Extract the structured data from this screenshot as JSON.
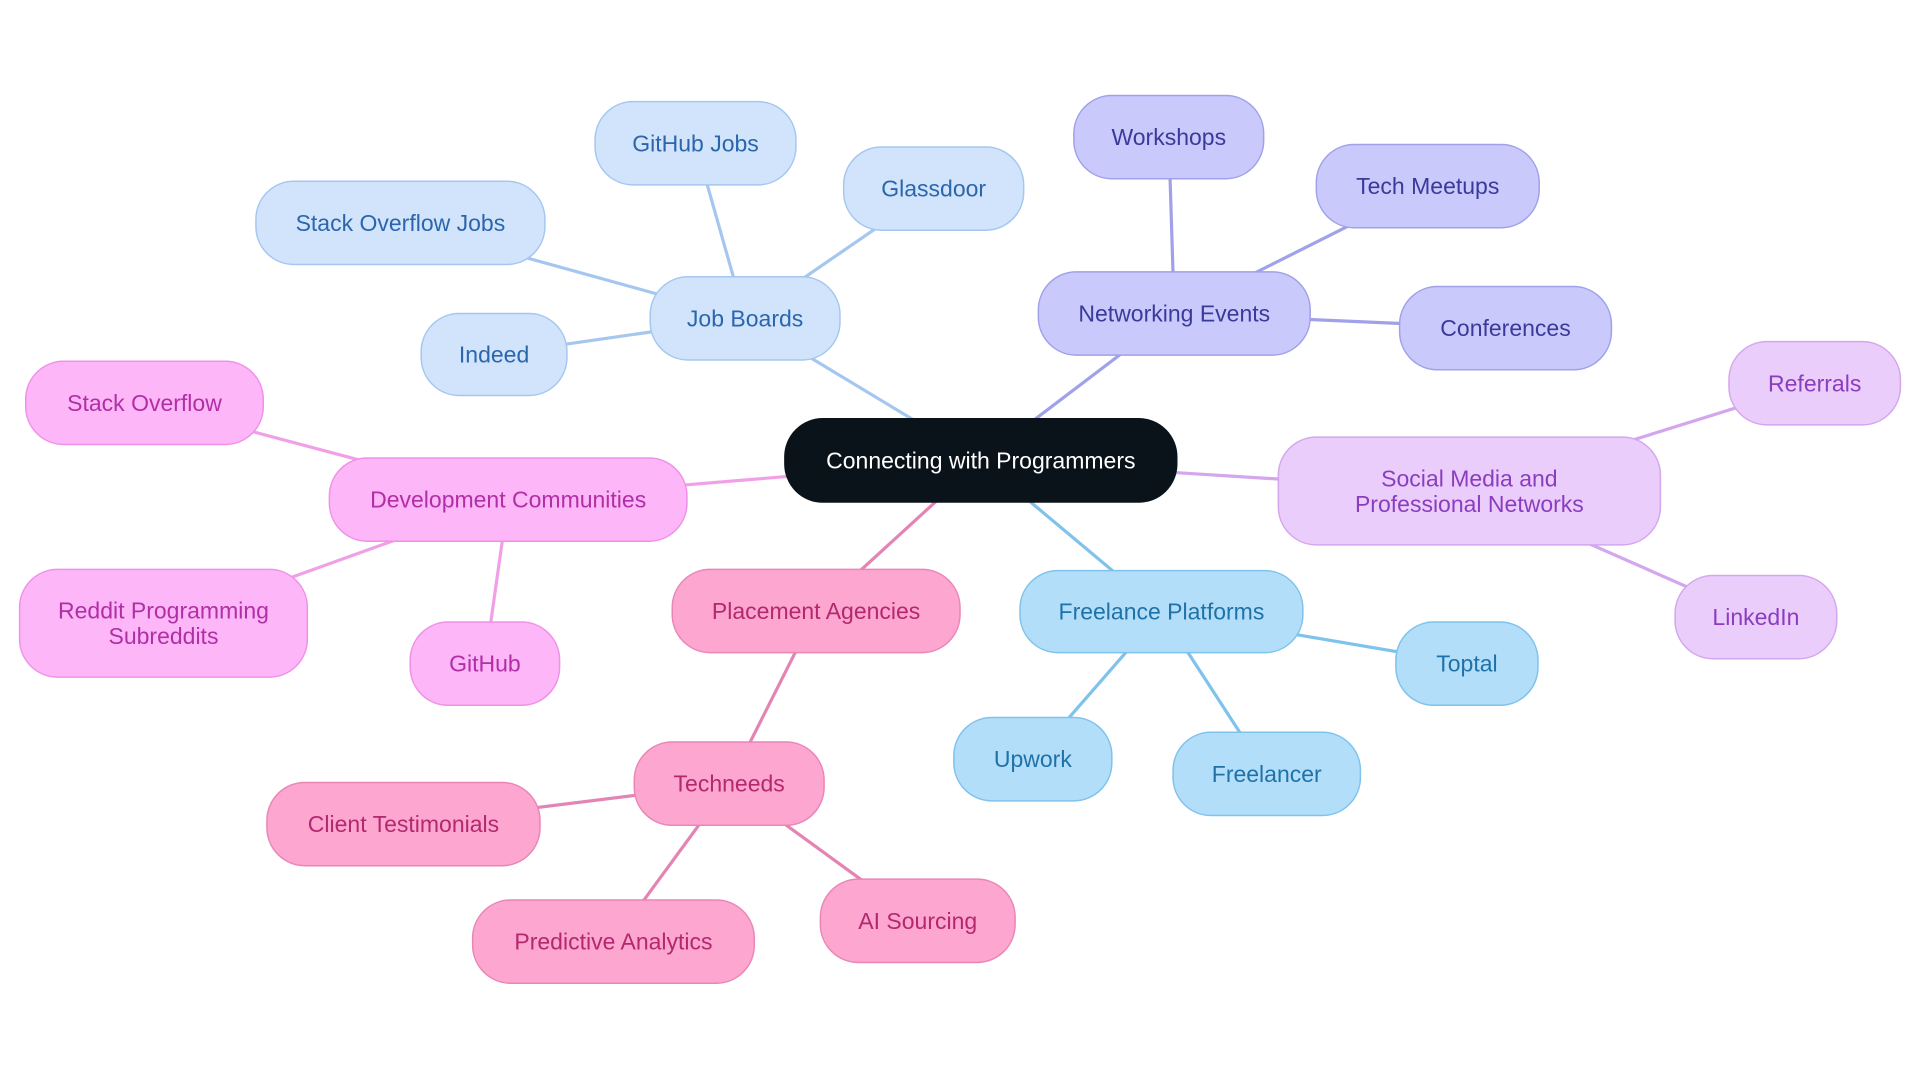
{
  "diagram": {
    "root": {
      "id": "root",
      "label": "Connecting with Programmers",
      "fill": "#0b131a",
      "stroke": "#0b131a",
      "text": "#ffffff"
    },
    "branches": [
      {
        "id": "job-boards",
        "label": "Job Boards",
        "fill": "#d1e4fb",
        "stroke": "#a5c7ef",
        "text": "#2b66ad",
        "line": "#a5c7ef",
        "children": [
          {
            "id": "github-jobs",
            "label": "GitHub Jobs"
          },
          {
            "id": "glassdoor",
            "label": "Glassdoor"
          },
          {
            "id": "stack-overflow-jobs",
            "label": "Stack Overflow Jobs"
          },
          {
            "id": "indeed",
            "label": "Indeed"
          }
        ]
      },
      {
        "id": "networking-events",
        "label": "Networking Events",
        "fill": "#c9c9fc",
        "stroke": "#a1a1ea",
        "text": "#3a3a9a",
        "line": "#a1a1ea",
        "children": [
          {
            "id": "workshops",
            "label": "Workshops"
          },
          {
            "id": "tech-meetups",
            "label": "Tech Meetups"
          },
          {
            "id": "conferences",
            "label": "Conferences"
          }
        ]
      },
      {
        "id": "social-media",
        "label": "Social Media and Professional Networks",
        "fill": "#ebcdfc",
        "stroke": "#d3a6ee",
        "text": "#8a3dbf",
        "line": "#d3a6ee",
        "children": [
          {
            "id": "referrals",
            "label": "Referrals"
          },
          {
            "id": "linkedin",
            "label": "LinkedIn"
          }
        ]
      },
      {
        "id": "freelance-platforms",
        "label": "Freelance Platforms",
        "fill": "#b3def9",
        "stroke": "#7fc2ec",
        "text": "#1f72a8",
        "line": "#7fc2ec",
        "children": [
          {
            "id": "toptal",
            "label": "Toptal"
          },
          {
            "id": "upwork",
            "label": "Upwork"
          },
          {
            "id": "freelancer",
            "label": "Freelancer"
          }
        ]
      },
      {
        "id": "placement-agencies",
        "label": "Placement Agencies",
        "fill": "#fda6d0",
        "stroke": "#ea86b6",
        "text": "#b3286e",
        "line": "#e484b3",
        "children": [
          {
            "id": "techneeds",
            "label": "Techneeds",
            "children": [
              {
                "id": "client-testimonials",
                "label": "Client Testimonials"
              },
              {
                "id": "predictive-analytics",
                "label": "Predictive Analytics"
              },
              {
                "id": "ai-sourcing",
                "label": "AI Sourcing"
              }
            ]
          }
        ]
      },
      {
        "id": "dev-communities",
        "label": "Development Communities",
        "fill": "#fdb6f7",
        "stroke": "#f091e8",
        "text": "#b12fa6",
        "line": "#f1a0e8",
        "children": [
          {
            "id": "stack-overflow",
            "label": "Stack Overflow"
          },
          {
            "id": "reddit",
            "label": "Reddit Programming Subreddits"
          },
          {
            "id": "github",
            "label": "GitHub"
          }
        ]
      }
    ]
  }
}
